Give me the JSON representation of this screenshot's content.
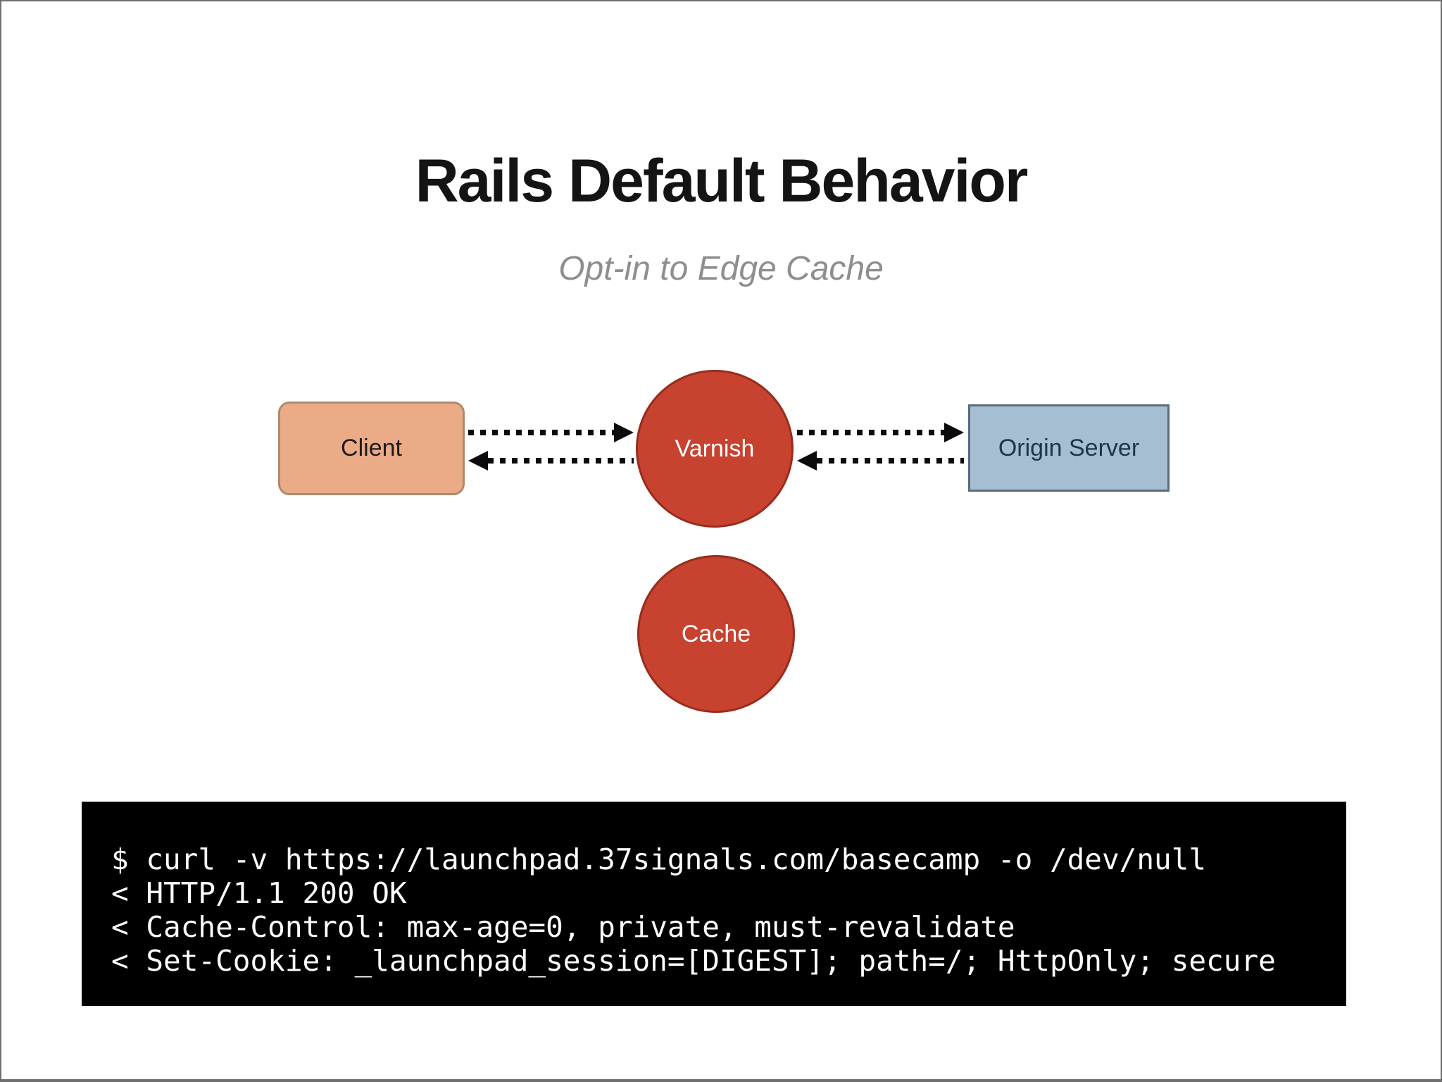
{
  "slide": {
    "title": "Rails Default Behavior",
    "subtitle": "Opt-in to Edge Cache"
  },
  "diagram": {
    "nodes": [
      {
        "id": "client",
        "label": "Client",
        "shape": "rounded-rect",
        "fill": "#ECAB87",
        "border": "#AD8A70",
        "text_color": "#1b1b1b"
      },
      {
        "id": "varnish",
        "label": "Varnish",
        "shape": "circle",
        "fill": "#C7422F",
        "border": "#992C1D",
        "text_color": "#ffffff"
      },
      {
        "id": "origin-server",
        "label": "Origin Server",
        "shape": "rect",
        "fill": "#A6BED2",
        "border": "#5C6C7B",
        "text_color": "#203546"
      },
      {
        "id": "cache",
        "label": "Cache",
        "shape": "circle",
        "fill": "#C7422F",
        "border": "#992C1D",
        "text_color": "#ffffff"
      }
    ],
    "edges": [
      {
        "from": "client",
        "to": "varnish",
        "style": "dotted",
        "direction": "right"
      },
      {
        "from": "varnish",
        "to": "client",
        "style": "dotted",
        "direction": "left"
      },
      {
        "from": "varnish",
        "to": "origin-server",
        "style": "dotted",
        "direction": "right"
      },
      {
        "from": "origin-server",
        "to": "varnish",
        "style": "dotted",
        "direction": "left"
      }
    ]
  },
  "terminal": {
    "background": "#000000",
    "text_color": "#ffffff",
    "lines": [
      "$ curl -v https://launchpad.37signals.com/basecamp -o /dev/null",
      "< HTTP/1.1 200 OK",
      "< Cache-Control: max-age=0, private, must-revalidate",
      "< Set-Cookie: _launchpad_session=[DIGEST]; path=/; HttpOnly; secure"
    ]
  }
}
